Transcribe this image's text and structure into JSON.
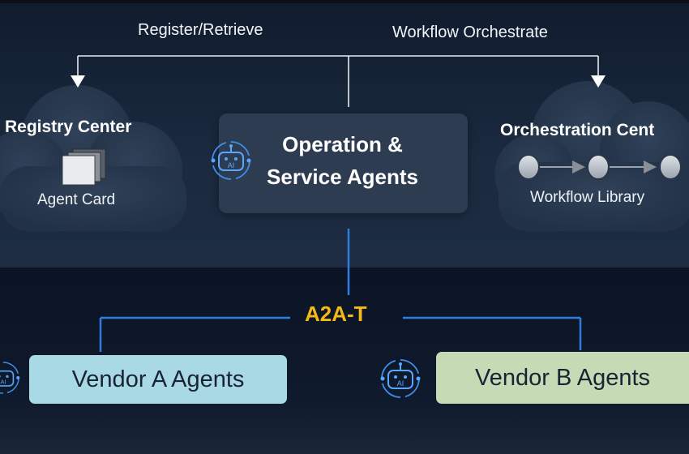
{
  "labels": {
    "register_retrieve": "Register/Retrieve",
    "workflow_orchestrate": "Workflow Orchestrate"
  },
  "registry": {
    "title": "Registry Center",
    "item": "Agent Card"
  },
  "center": {
    "title_line1": "Operation &",
    "title_line2": "Service Agents"
  },
  "orchestration": {
    "title": "Orchestration Cent",
    "item": "Workflow Library"
  },
  "protocol": "A2A-T",
  "vendors": {
    "a": "Vendor A Agents",
    "b": "Vendor B Agents"
  },
  "icons": {
    "bot": "ai-robot-icon",
    "card": "agent-card-icon",
    "workflow": "workflow-nodes-icon"
  },
  "colors": {
    "accent_protocol": "#f5b816",
    "connector_blue": "#2f7de1",
    "vendor_a": "#a9d9e4",
    "vendor_b": "#c5dbb5"
  }
}
